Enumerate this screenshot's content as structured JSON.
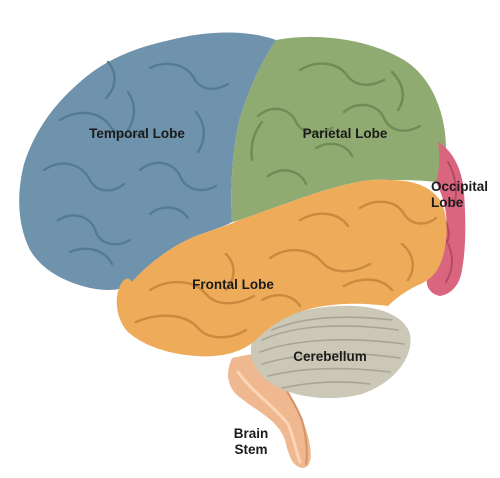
{
  "diagram": {
    "labels": {
      "temporal": "Temporal Lobe",
      "parietal": "Parietal Lobe",
      "occipital_line1": "Occipital",
      "occipital_line2": "Lobe",
      "frontal": "Frontal Lobe",
      "cerebellum": "Cerebellum",
      "brainstem_line1": "Brain",
      "brainstem_line2": "Stem"
    },
    "colors": {
      "temporal": "#6f93ad",
      "parietal": "#8fab71",
      "occipital": "#d9667e",
      "frontal": "#eeac5a",
      "cerebellum": "#cbc8b8",
      "brainstem": "#f0b890"
    }
  }
}
